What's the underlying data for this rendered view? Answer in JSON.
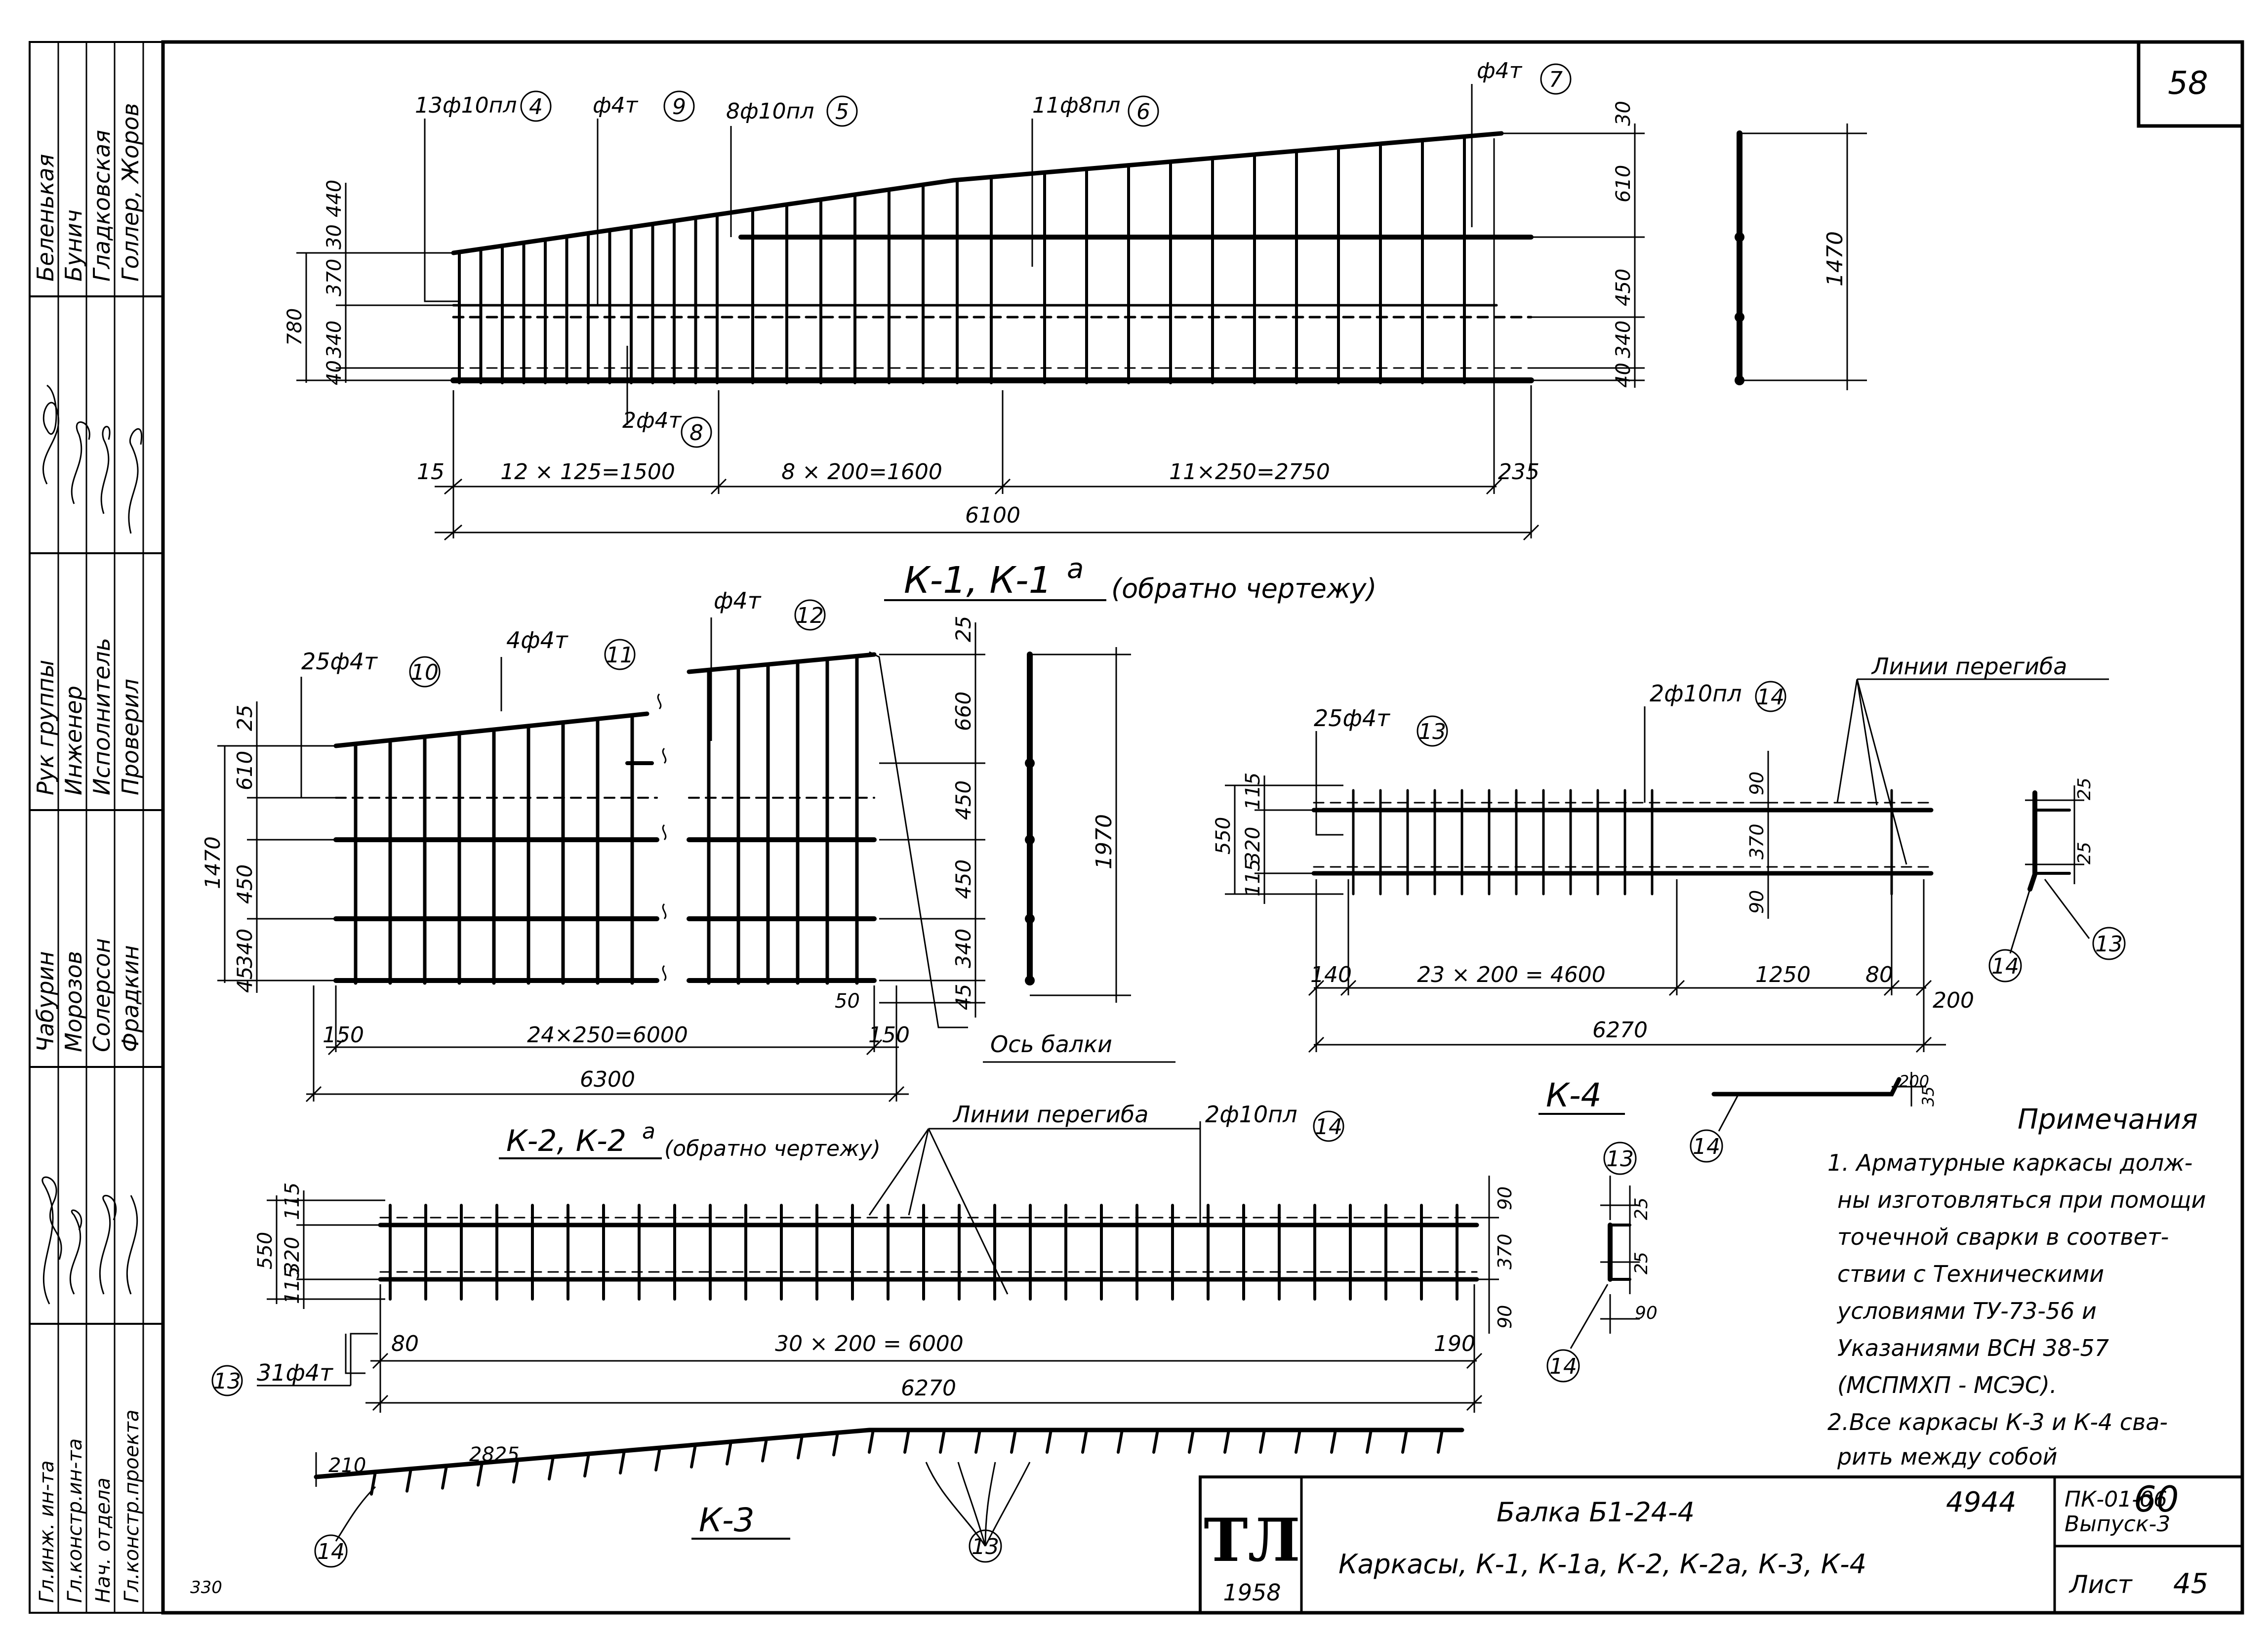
{
  "sheet": {
    "page_number": "58",
    "footnote": "330"
  },
  "side_stamp": {
    "roles_group": [
      "Рук группы",
      "Инженер",
      "Исполнитель",
      "Проверил"
    ],
    "names_group": [
      "Чабурин",
      "Морозов",
      "Солерсон",
      "Фрадкин"
    ],
    "roles_top": [
      "Беленькая",
      "Бунич",
      "Гладковская",
      "Голлер, Жоров"
    ],
    "roles_main": [
      "Гл.инж. ин-та",
      "Гл.констр.ин-та",
      "Нач. отдела",
      "Гл.констр.проекта"
    ]
  },
  "k1": {
    "title": "К-1, К-1",
    "title_sup": "а",
    "title_note": "(обратно чертежу)",
    "callouts": [
      {
        "text": "13ф10пл",
        "num": "4"
      },
      {
        "text": "ф4т",
        "num": "9"
      },
      {
        "text": "8ф10пл",
        "num": "5"
      },
      {
        "text": "11ф8пл",
        "num": "6"
      },
      {
        "text": "ф4т",
        "num": "7"
      },
      {
        "text": "2ф4т",
        "num": "8"
      }
    ],
    "dims_bottom": [
      "15",
      "12 × 125=1500",
      "8 × 200=1600",
      "11×250=2750",
      "235"
    ],
    "total": "6100",
    "dims_left": [
      "780",
      "40",
      "340",
      "370",
      "30",
      "440"
    ],
    "dims_right": [
      "30",
      "610",
      "450",
      "340",
      "40"
    ],
    "section_height": "1470"
  },
  "k2": {
    "title": "К-2, К-2",
    "title_sup": "а",
    "title_note": "(обратно чертежу)",
    "callouts": [
      {
        "text": "25ф4т",
        "num": "10"
      },
      {
        "text": "4ф4т",
        "num": "11"
      },
      {
        "text": "ф4т",
        "num": "12"
      }
    ],
    "dims_left": [
      "1470",
      "25",
      "610",
      "450",
      "340",
      "45"
    ],
    "dims_right": [
      "25",
      "660",
      "450",
      "450",
      "340",
      "45"
    ],
    "dims_bottom": [
      "150",
      "24×250=6000",
      "150"
    ],
    "total": "6300",
    "extra": "50",
    "axis_label": "Ось балки",
    "section_height": "1970"
  },
  "k4": {
    "title": "К-4",
    "callouts": [
      {
        "text": "25ф4т",
        "num": "13"
      },
      {
        "text": "2ф10пл",
        "num": "14"
      }
    ],
    "bend_label": "Линии перегиба",
    "dims_left": [
      "550",
      "115",
      "320",
      "115"
    ],
    "dims_right": [
      "90",
      "370",
      "90"
    ],
    "dims_bottom": [
      "140",
      "23 × 200 = 4600",
      "1250",
      "80",
      "200"
    ],
    "total": "6270",
    "sec_dims": [
      "25",
      "25"
    ],
    "sec_nums": [
      "14",
      "13"
    ],
    "detail_dims": [
      "200",
      "35"
    ],
    "detail_num": "14"
  },
  "k3": {
    "title": "К-3",
    "callouts": [
      {
        "text": "31ф4т",
        "num": "13"
      },
      {
        "text": "2ф10пл",
        "num": "14"
      }
    ],
    "bend_label": "Линии перегиба",
    "dims_left": [
      "550",
      "115",
      "320",
      "115"
    ],
    "dims_right": [
      "90",
      "370",
      "90"
    ],
    "dims_bottom": [
      "80",
      "30 × 200 = 6000",
      "190"
    ],
    "total": "6270",
    "elev_dims": [
      "210",
      "2825"
    ],
    "elev_nums": [
      "14",
      "13"
    ],
    "sec_dims": [
      "25",
      "25",
      "90"
    ],
    "sec_nums": [
      "13",
      "14"
    ]
  },
  "notes": {
    "heading": "Примечания",
    "lines": [
      "1. Арматурные каркасы долж-",
      "ны изготовляться при помощи",
      "точечной сварки в соответ-",
      "ствии с Техническими",
      "условиями ТУ-73-56 и",
      "Указаниями ВСН 38-57",
      "(МСПМХП - МСЭС).",
      "2.Все каркасы К-3 и К-4 сва-",
      "рить между собой"
    ]
  },
  "stamp": {
    "code": "4944",
    "code_num": "60",
    "logo": "ТЛ",
    "year": "1958",
    "title_line1": "Балка Б1-24-4",
    "title_line2": "Каркасы, К-1, К-1а, К-2, К-2а, К-3, К-4",
    "series": "ПК-01-06",
    "issue": "Выпуск-3",
    "sheet_label": "Лист",
    "sheet_no": "45"
  }
}
